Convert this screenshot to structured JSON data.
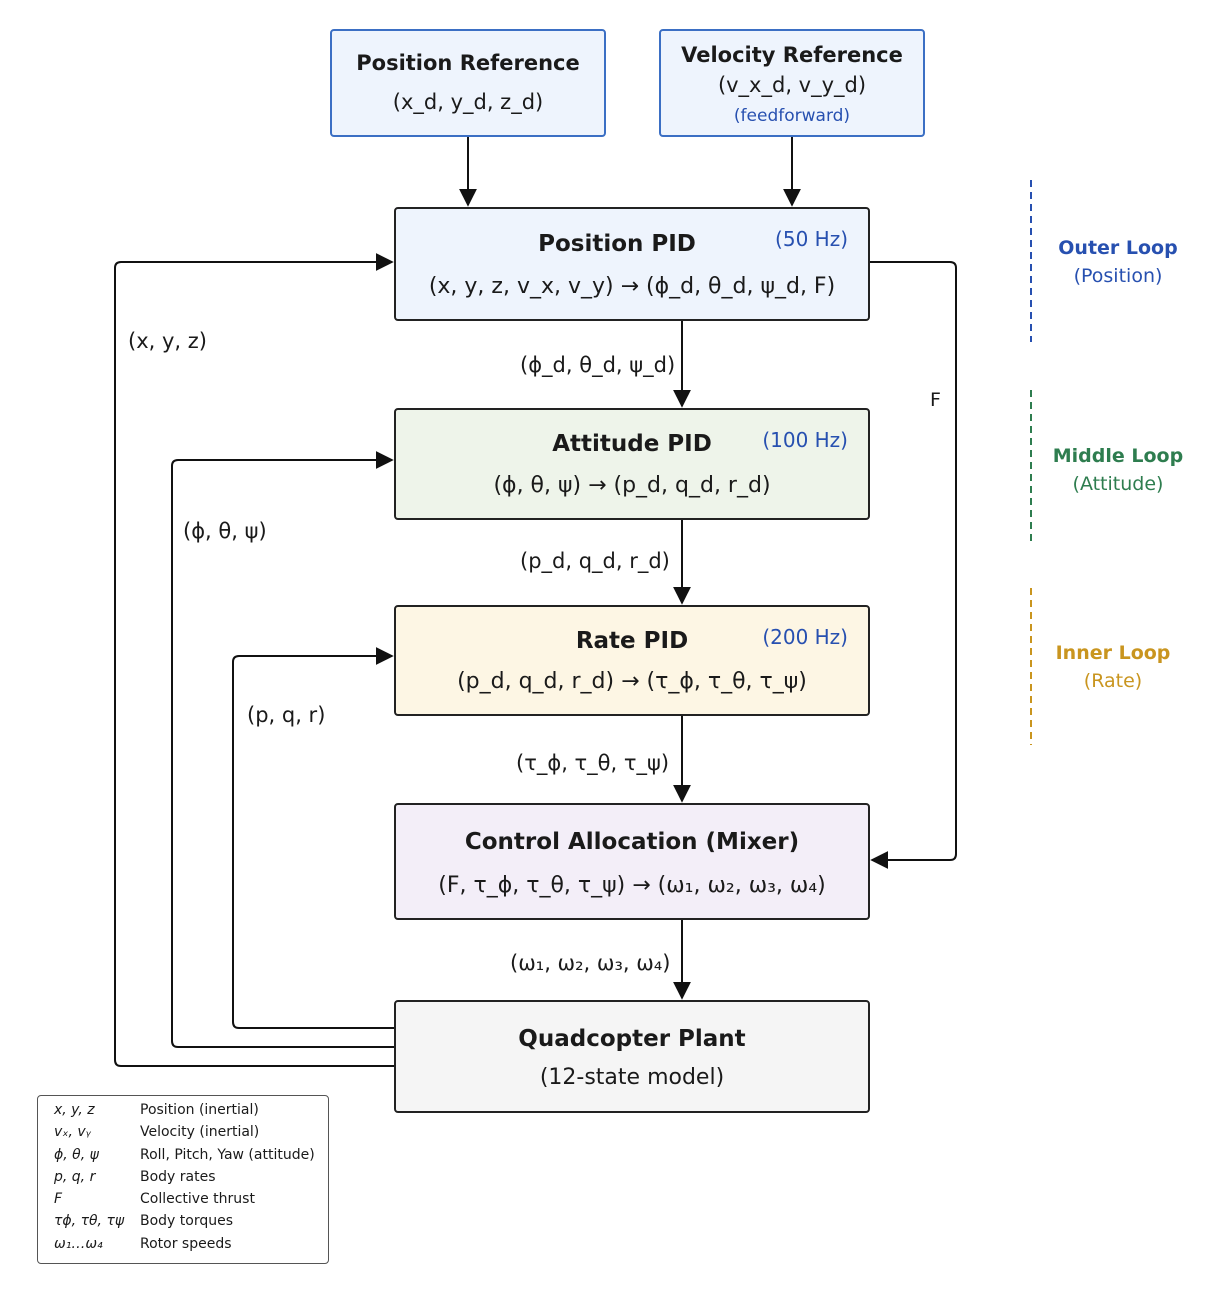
{
  "position_reference": {
    "title": "Position Reference",
    "signal": "(x_d, y_d, z_d)"
  },
  "velocity_reference": {
    "title": "Velocity Reference",
    "signal": "(v_x_d, v_y_d)",
    "note": "(feedforward)"
  },
  "position_pid": {
    "title": "Position PID",
    "rate": "(50 Hz)",
    "mapping": "(x, y, z, v_x, v_y) → (ϕ_d, θ_d, ψ_d, F)"
  },
  "attitude_pid": {
    "title": "Attitude PID",
    "rate": "(100 Hz)",
    "mapping": "(ϕ, θ, ψ) → (p_d, q_d, r_d)"
  },
  "rate_pid": {
    "title": "Rate PID",
    "rate": "(200 Hz)",
    "mapping": "(p_d, q_d, r_d) → (τ_ϕ, τ_θ, τ_ψ)"
  },
  "mixer": {
    "title": "Control Allocation (Mixer)",
    "mapping": "(F, τ_ϕ, τ_θ, τ_ψ) → (ω₁, ω₂, ω₃, ω₄)"
  },
  "plant": {
    "title": "Quadcopter Plant",
    "subtitle": "(12-state model)"
  },
  "edges": {
    "pos_to_att": "(ϕ_d, θ_d, ψ_d)",
    "att_to_rate": "(p_d, q_d, r_d)",
    "rate_to_mix": "(τ_ϕ, τ_θ, τ_ψ)",
    "mix_to_plant": "(ω₁, ω₂, ω₃, ω₄)",
    "fb_position": "(x, y, z)",
    "fb_attitude": "(ϕ, θ, ψ)",
    "fb_rate": "(p, q, r)",
    "thrust": "F"
  },
  "loops": [
    {
      "name": "Outer Loop",
      "sub": "(Position)",
      "color": "#2750b0"
    },
    {
      "name": "Middle Loop",
      "sub": "(Attitude)",
      "color": "#2e7d4f"
    },
    {
      "name": "Inner Loop",
      "sub": "(Rate)",
      "color": "#c9951f"
    }
  ],
  "legend": [
    {
      "symbol": "x, y, z",
      "desc": "Position (inertial)"
    },
    {
      "symbol": "vₓ, vᵧ",
      "desc": "Velocity (inertial)"
    },
    {
      "symbol": "ϕ, θ, ψ",
      "desc": "Roll, Pitch, Yaw (attitude)"
    },
    {
      "symbol": "p, q, r",
      "desc": "Body rates"
    },
    {
      "symbol": "F",
      "desc": "Collective thrust"
    },
    {
      "symbol": "τϕ, τθ, τψ",
      "desc": "Body torques"
    },
    {
      "symbol": "ω₁…ω₄",
      "desc": "Rotor speeds"
    }
  ]
}
